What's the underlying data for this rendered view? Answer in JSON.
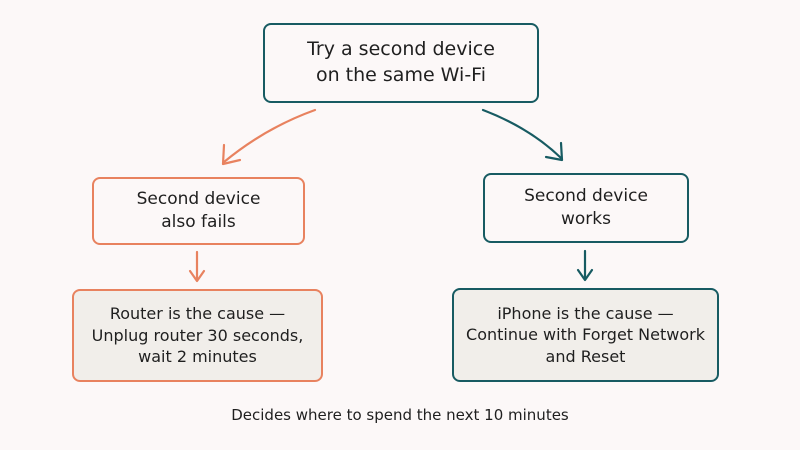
{
  "nodes": {
    "root": {
      "line1": "Try a second device",
      "line2": "on the same Wi-Fi"
    },
    "left_mid": {
      "line1": "Second device",
      "line2": "also fails"
    },
    "right_mid": {
      "line1": "Second device",
      "line2": "works"
    },
    "left_leaf": {
      "line1": "Router is the cause —",
      "line2": "Unplug router 30 seconds,",
      "line3": "wait 2 minutes"
    },
    "right_leaf": {
      "line1": "iPhone is the cause —",
      "line2": "Continue with Forget Network",
      "line3": "and Reset"
    }
  },
  "caption": "Decides where to spend the next 10 minutes",
  "colors": {
    "teal": "#175b62",
    "coral": "#e8825f",
    "background": "#fcf8f8",
    "leaf_fill": "#f1eeea"
  }
}
